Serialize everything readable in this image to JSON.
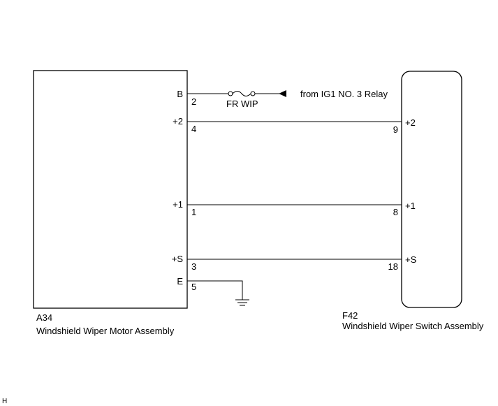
{
  "motor": {
    "code": "A34",
    "name": "Windshield Wiper Motor Assembly",
    "terminals": [
      {
        "label": "B",
        "pin": "2"
      },
      {
        "label": "+2",
        "pin": "4"
      },
      {
        "label": "+1",
        "pin": "1"
      },
      {
        "label": "+S",
        "pin": "3"
      },
      {
        "label": "E",
        "pin": "5"
      }
    ]
  },
  "switch": {
    "code": "F42",
    "name": "Windshield Wiper Switch Assembly",
    "terminals": [
      {
        "label": "+2",
        "pin": "9"
      },
      {
        "label": "+1",
        "pin": "8"
      },
      {
        "label": "+S",
        "pin": "18"
      }
    ]
  },
  "fuse": {
    "label": "FR WIP"
  },
  "source": {
    "label": "from IG1 NO. 3 Relay"
  },
  "footer_mark": "H"
}
